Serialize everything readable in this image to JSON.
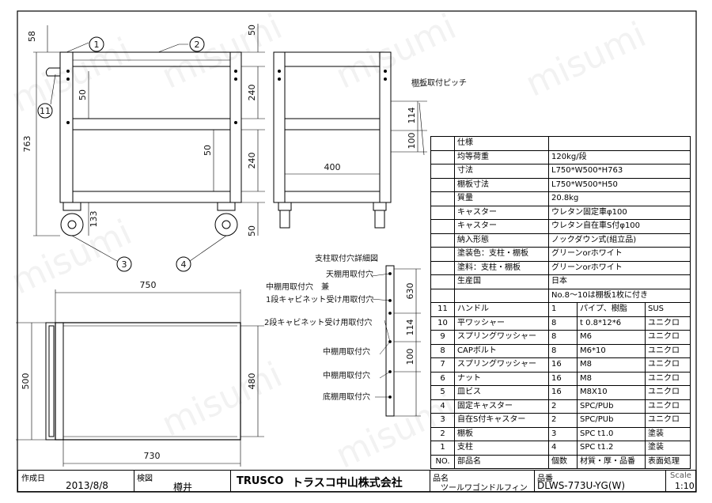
{
  "watermark": "misumi",
  "callouts": [
    "1",
    "2",
    "3",
    "4",
    "11"
  ],
  "dimensions": {
    "side_top": "58",
    "side_height": "763",
    "side_inner_50": "50",
    "caster_133": "133",
    "front_top_50": "50",
    "front_240_upper": "240",
    "front_240_lower": "240",
    "front_bottom_50": "50",
    "front_mid_50": "50",
    "end_width": "400",
    "pitch_114": "114",
    "pitch_100": "100",
    "plan_width": "750",
    "plan_inner": "730",
    "plan_depth": "500",
    "plan_inner_depth": "480",
    "detail_630": "630",
    "detail_114": "114",
    "detail_100": "100"
  },
  "notes": {
    "shelf_pitch": "棚板取付ピッチ",
    "post_detail": "支柱取付穴詳細図",
    "top_shelf_hole": "天棚用取付穴",
    "mid_shelf_hole_combo": "中棚用取付穴　兼",
    "cabinet1": "1段キャビネット受け用取付穴",
    "cabinet2": "2段キャビネット受け用取付穴",
    "mid_hole_a": "中棚用取付穴",
    "mid_hole_b": "中棚用取付穴",
    "bottom_hole": "底棚用取付穴"
  },
  "spec_rows": [
    {
      "no": "",
      "name": "仕様",
      "qty": "",
      "mat": "",
      "fin": ""
    },
    {
      "no": "",
      "name": "均等荷重",
      "qty": "",
      "mat": "120kg/段",
      "fin": ""
    },
    {
      "no": "",
      "name": "寸法",
      "qty": "",
      "mat": "L750*W500*H763",
      "fin": ""
    },
    {
      "no": "",
      "name": "棚板寸法",
      "qty": "",
      "mat": "L750*W500*H50",
      "fin": ""
    },
    {
      "no": "",
      "name": "質量",
      "qty": "",
      "mat": "20.8kg",
      "fin": ""
    },
    {
      "no": "",
      "name": "キャスター",
      "qty": "",
      "mat": "ウレタン固定車φ100",
      "fin": ""
    },
    {
      "no": "",
      "name": "キャスター",
      "qty": "",
      "mat": "ウレタン自在車S付φ100",
      "fin": ""
    },
    {
      "no": "",
      "name": "納入形態",
      "qty": "",
      "mat": "ノックダウン式(組立品)",
      "fin": ""
    },
    {
      "no": "",
      "name": "塗装色：支柱・棚板",
      "qty": "",
      "mat": "グリーンorホワイト",
      "fin": ""
    },
    {
      "no": "",
      "name": "塗料：支柱・棚板",
      "qty": "",
      "mat": "グリーンorホワイト",
      "fin": ""
    },
    {
      "no": "",
      "name": "生産国",
      "qty": "",
      "mat": "日本",
      "fin": ""
    },
    {
      "no": "",
      "name": "",
      "qty": "",
      "mat": "No.8～10は棚板1枚に付き",
      "fin": ""
    },
    {
      "no": "11",
      "name": "ハンドル",
      "qty": "1",
      "mat": "パイプ、樹脂",
      "fin": "SUS"
    },
    {
      "no": "10",
      "name": "平ワッシャー",
      "qty": "8",
      "mat": "t 0.8*12*6",
      "fin": "ユニクロ"
    },
    {
      "no": "9",
      "name": "スプリングワッシャー",
      "qty": "8",
      "mat": "M6",
      "fin": "ユニクロ"
    },
    {
      "no": "8",
      "name": "CAPボルト",
      "qty": "8",
      "mat": "M6*10",
      "fin": "ユニクロ"
    },
    {
      "no": "7",
      "name": "スプリングワッシャー",
      "qty": "16",
      "mat": "M8",
      "fin": "ユニクロ"
    },
    {
      "no": "6",
      "name": "ナット",
      "qty": "16",
      "mat": "M8",
      "fin": "ユニクロ"
    },
    {
      "no": "5",
      "name": "皿ビス",
      "qty": "16",
      "mat": "M8X10",
      "fin": "ユニクロ"
    },
    {
      "no": "4",
      "name": "固定キャスター",
      "qty": "2",
      "mat": "SPC/PUb",
      "fin": "ユニクロ"
    },
    {
      "no": "3",
      "name": "自在S付キャスター",
      "qty": "2",
      "mat": "SPC/PUb",
      "fin": "ユニクロ"
    },
    {
      "no": "2",
      "name": "棚板",
      "qty": "3",
      "mat": "SPC t1.0",
      "fin": "塗装"
    },
    {
      "no": "1",
      "name": "支柱",
      "qty": "4",
      "mat": "SPC t1.2",
      "fin": "塗装"
    },
    {
      "no": "NO.",
      "name": "部品名",
      "qty": "個数",
      "mat": "材質・厚・品番",
      "fin": "表面処理"
    }
  ],
  "title_block": {
    "created_label": "作成日",
    "created": "2013/8/8",
    "checked_label": "検図",
    "checker": "樽井",
    "brand": "TRUSCO",
    "company": "トラスコ中山株式会社",
    "name_label": "品名",
    "product_name": "ツールワゴンドルフィン",
    "part_label": "品番",
    "part_no": "DLWS-773U-YG(W)",
    "scale_label": "Scale",
    "scale": "1:10"
  }
}
